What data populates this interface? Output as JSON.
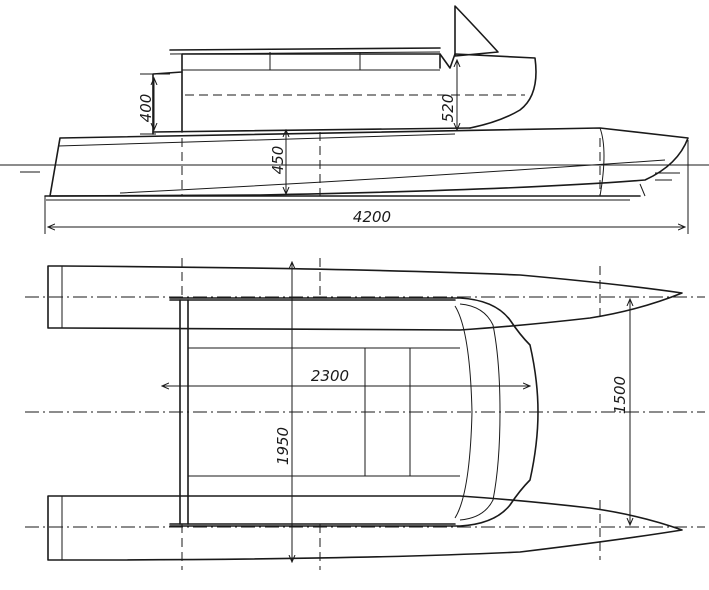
{
  "dimensions": {
    "cabin_height": "400",
    "cabin_height_aft": "520",
    "hull_height": "450",
    "overall_length": "4200",
    "cabin_length": "2300",
    "overall_beam": "1950",
    "hull_spacing": "1500"
  },
  "colors": {
    "ink": "#1a1a1a",
    "paper": "#ffffff"
  }
}
